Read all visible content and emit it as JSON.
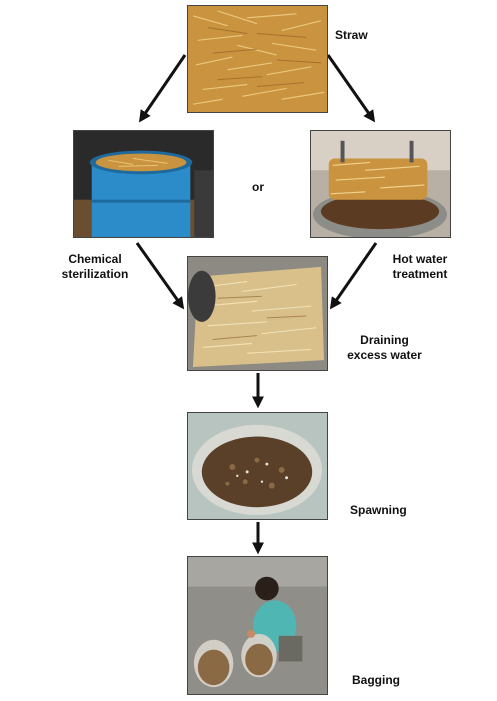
{
  "steps": {
    "straw": "Straw",
    "or": "or",
    "chemical_line1": "Chemical",
    "chemical_line2": "sterilization",
    "hotwater_line1": "Hot water",
    "hotwater_line2": "treatment",
    "draining_line1": "Draining",
    "draining_line2": "excess water",
    "spawning": "Spawning",
    "bagging": "Bagging"
  },
  "colors": {
    "straw": "#c9933f",
    "barrel_blue": "#2c8bc9",
    "arrow": "#111111"
  }
}
